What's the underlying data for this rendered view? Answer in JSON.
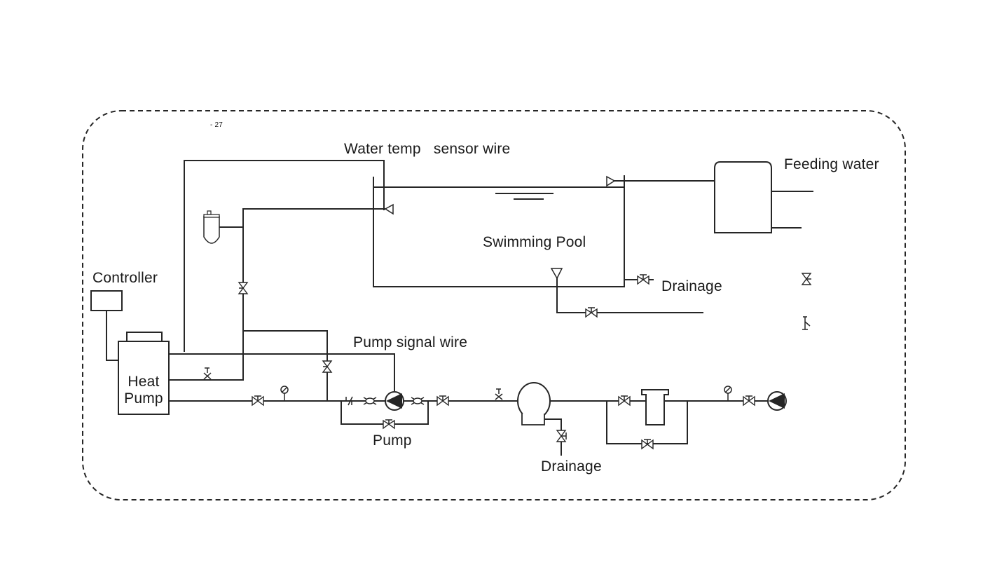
{
  "labels": {
    "page_number": "- 27",
    "sensor_wire": "Water temp   sensor wire",
    "feeding_water": "Feeding water",
    "swimming_pool": "Swimming Pool",
    "controller": "Controller",
    "drainage_pool": "Drainage",
    "pump_signal_wire": "Pump signal wire",
    "heat_pump": "Heat\nPump",
    "pump": "Pump",
    "drainage_filter": "Drainage"
  },
  "colors": {
    "line": "#262626",
    "background": "#ffffff"
  }
}
